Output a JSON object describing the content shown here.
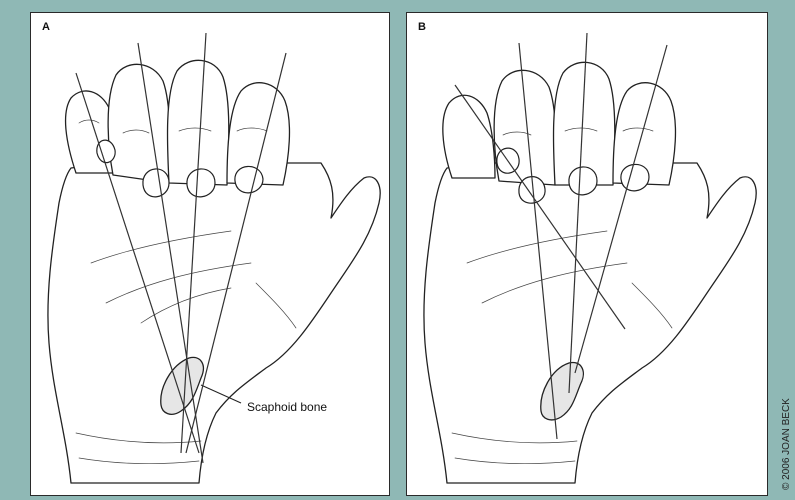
{
  "panels": [
    {
      "label": "A"
    },
    {
      "label": "B"
    }
  ],
  "callout": {
    "text": "Scaphoid bone"
  },
  "copyright": {
    "text": "© 2006 JOAN BECK"
  },
  "colors": {
    "frame": "#8fb8b5",
    "ink": "#222222",
    "bone": "#e6e6e6"
  }
}
